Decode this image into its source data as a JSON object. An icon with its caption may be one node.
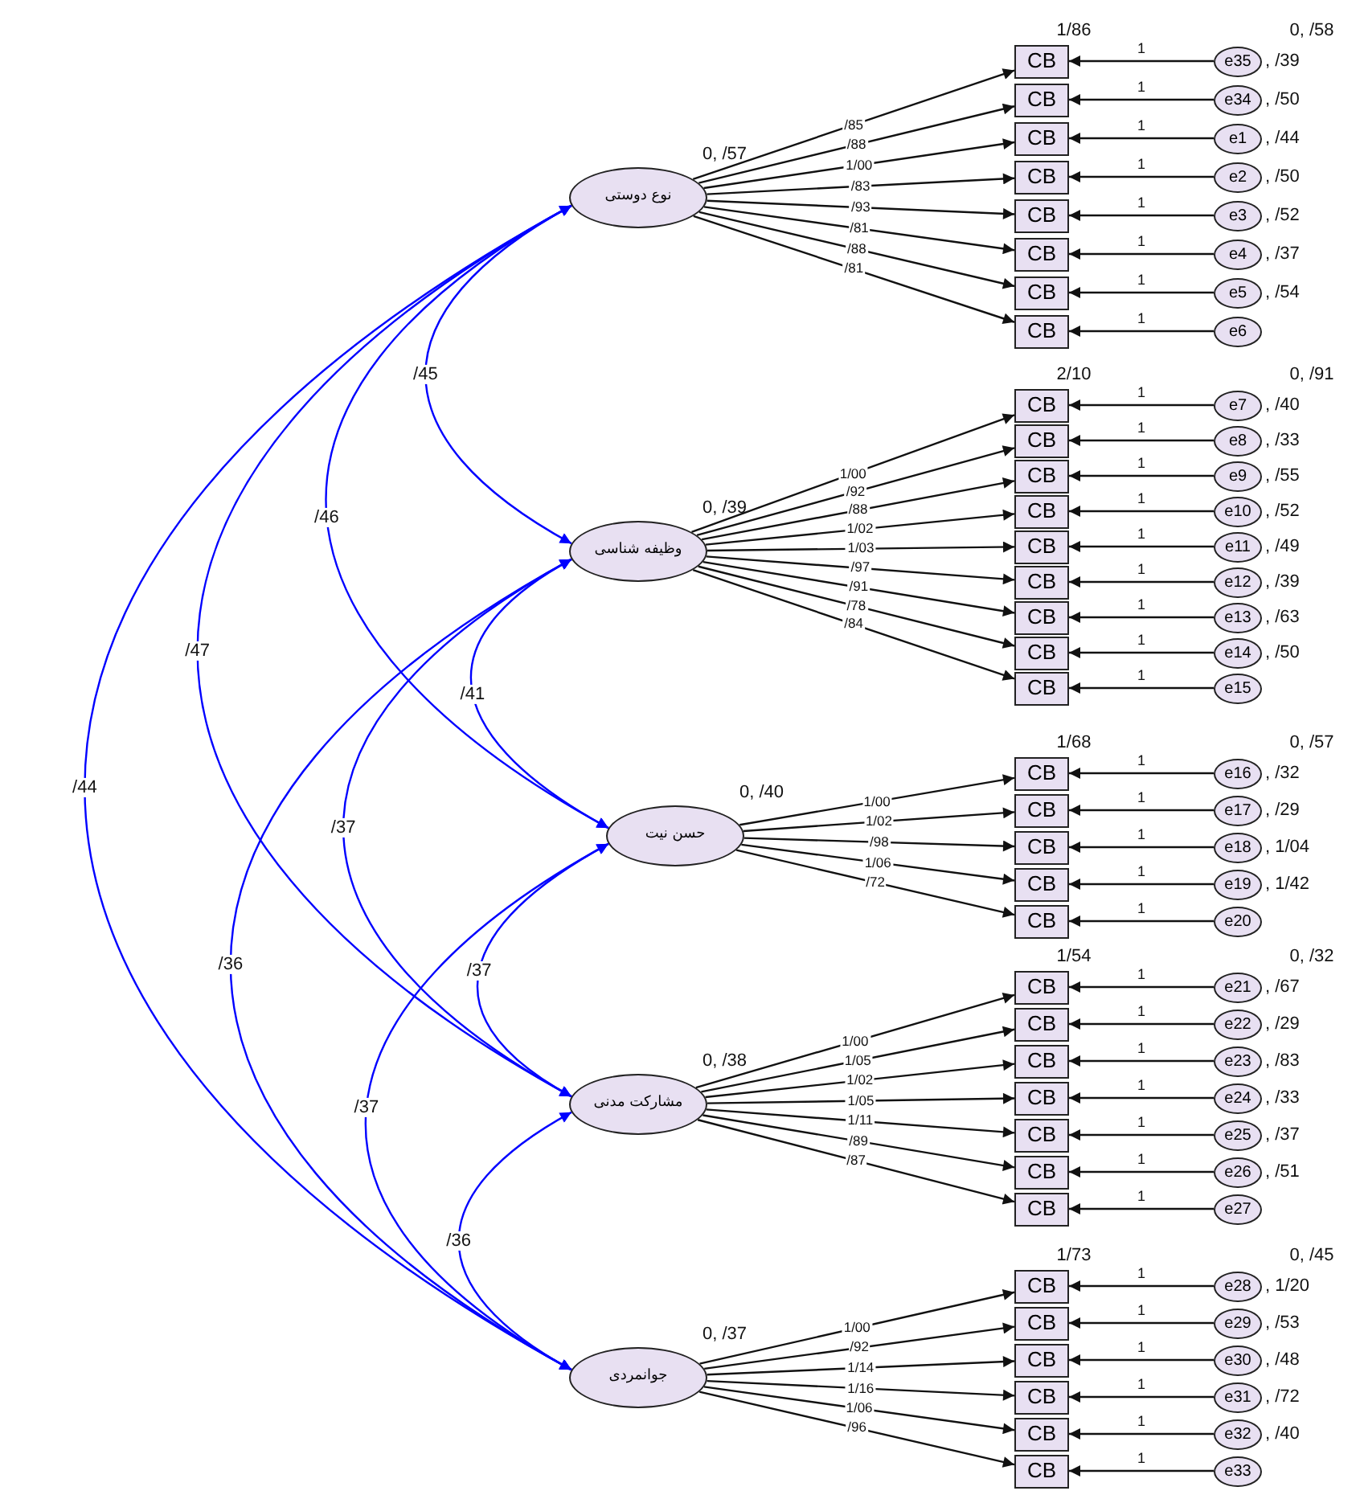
{
  "diagram": {
    "nodes": [
      {
        "text": [
          "نوع دوستی"
        ],
        "beside": [
          "0, /57"
        ]
      },
      {
        "text": [
          "CB"
        ]
      },
      {
        "text": [
          "CB"
        ]
      },
      {
        "text": [
          "CB"
        ]
      },
      {
        "text": [
          "CB"
        ]
      },
      {
        "text": [
          "CB"
        ]
      },
      {
        "text": [
          "CB"
        ]
      },
      {
        "text": [
          "CB"
        ]
      },
      {
        "text": [
          "CB"
        ]
      },
      {
        "text": [
          "e35"
        ],
        "beside": [
          ", /39"
        ]
      },
      {
        "text": [
          "e34"
        ],
        "beside": [
          ", /50"
        ]
      },
      {
        "text": [
          "e1"
        ],
        "beside": [
          ", /44"
        ]
      },
      {
        "text": [
          "e2"
        ],
        "beside": [
          ", /50"
        ]
      },
      {
        "text": [
          "e3"
        ],
        "beside": [
          ", /52"
        ]
      },
      {
        "text": [
          "e4"
        ],
        "beside": [
          ", /37"
        ]
      },
      {
        "text": [
          "e5"
        ],
        "beside": [
          ", /54"
        ]
      },
      {
        "text": [
          "e6"
        ]
      },
      {
        "text": [
          "وظیفه شناسی"
        ],
        "beside": [
          "0, /39"
        ]
      },
      {
        "text": [
          "CB"
        ]
      },
      {
        "text": [
          "CB"
        ]
      },
      {
        "text": [
          "CB"
        ]
      },
      {
        "text": [
          "CB"
        ]
      },
      {
        "text": [
          "CB"
        ]
      },
      {
        "text": [
          "CB"
        ]
      },
      {
        "text": [
          "CB"
        ]
      },
      {
        "text": [
          "CB"
        ]
      },
      {
        "text": [
          "CB"
        ]
      },
      {
        "text": [
          "e7"
        ],
        "beside": [
          ", /40"
        ]
      },
      {
        "text": [
          "e8"
        ],
        "beside": [
          ", /33"
        ]
      },
      {
        "text": [
          "e9"
        ],
        "beside": [
          ", /55"
        ]
      },
      {
        "text": [
          "e10"
        ],
        "beside": [
          ", /52"
        ]
      },
      {
        "text": [
          "e11"
        ],
        "beside": [
          ", /49"
        ]
      },
      {
        "text": [
          "e12"
        ],
        "beside": [
          ", /39"
        ]
      },
      {
        "text": [
          "e13"
        ],
        "beside": [
          ", /63"
        ]
      },
      {
        "text": [
          "e14"
        ],
        "beside": [
          ", /50"
        ]
      },
      {
        "text": [
          "e15"
        ]
      },
      {
        "text": [
          "حسن نیت"
        ],
        "beside": [
          "0, /40"
        ]
      },
      {
        "text": [
          "CB"
        ]
      },
      {
        "text": [
          "CB"
        ]
      },
      {
        "text": [
          "CB"
        ]
      },
      {
        "text": [
          "CB"
        ]
      },
      {
        "text": [
          "CB"
        ]
      },
      {
        "text": [
          "e16"
        ],
        "beside": [
          ", /32"
        ]
      },
      {
        "text": [
          "e17"
        ],
        "beside": [
          ", /29"
        ]
      },
      {
        "text": [
          "e18"
        ],
        "beside": [
          ", 1/04"
        ]
      },
      {
        "text": [
          "e19"
        ],
        "beside": [
          ", 1/42"
        ]
      },
      {
        "text": [
          "e20"
        ]
      },
      {
        "text": [
          "مشارکت مدنی"
        ],
        "beside": [
          "0, /38"
        ]
      },
      {
        "text": [
          "CB"
        ]
      },
      {
        "text": [
          "CB"
        ]
      },
      {
        "text": [
          "CB"
        ]
      },
      {
        "text": [
          "CB"
        ]
      },
      {
        "text": [
          "CB"
        ]
      },
      {
        "text": [
          "CB"
        ]
      },
      {
        "text": [
          "CB"
        ]
      },
      {
        "text": [
          "e21"
        ],
        "beside": [
          ", /67"
        ]
      },
      {
        "text": [
          "e22"
        ],
        "beside": [
          ", /29"
        ]
      },
      {
        "text": [
          "e23"
        ],
        "beside": [
          ", /83"
        ]
      },
      {
        "text": [
          "e24"
        ],
        "beside": [
          ", /33"
        ]
      },
      {
        "text": [
          "e25"
        ],
        "beside": [
          ", /37"
        ]
      },
      {
        "text": [
          "e26"
        ],
        "beside": [
          ", /51"
        ]
      },
      {
        "text": [
          "e27"
        ]
      },
      {
        "text": [
          "جوانمردی"
        ],
        "beside": [
          "0, /37"
        ]
      },
      {
        "text": [
          "CB"
        ]
      },
      {
        "text": [
          "CB"
        ]
      },
      {
        "text": [
          "CB"
        ]
      },
      {
        "text": [
          "CB"
        ]
      },
      {
        "text": [
          "CB"
        ]
      },
      {
        "text": [
          "CB"
        ]
      },
      {
        "text": [
          "e28"
        ],
        "beside": [
          ", 1/20"
        ]
      },
      {
        "text": [
          "e29"
        ],
        "beside": [
          ", /53"
        ]
      },
      {
        "text": [
          "e30"
        ],
        "beside": [
          ", /48"
        ]
      },
      {
        "text": [
          "e31"
        ],
        "beside": [
          ", /72"
        ]
      },
      {
        "text": [
          "e32"
        ],
        "beside": [
          ", /40"
        ]
      },
      {
        "text": [
          "e33"
        ]
      }
    ],
    "edges": [
      {
        "from": 0,
        "to": 1,
        "arrow": "to",
        "label": "/85"
      },
      {
        "from": 0,
        "to": 2,
        "arrow": "to",
        "label": "/88"
      },
      {
        "from": 0,
        "to": 3,
        "arrow": "to",
        "label": "1/00"
      },
      {
        "from": 0,
        "to": 4,
        "arrow": "to",
        "label": "/83"
      },
      {
        "from": 0,
        "to": 5,
        "arrow": "to",
        "label": "/93"
      },
      {
        "from": 0,
        "to": 6,
        "arrow": "to",
        "label": "/81"
      },
      {
        "from": 0,
        "to": 7,
        "arrow": "to",
        "label": "/88"
      },
      {
        "from": 0,
        "to": 8,
        "arrow": "to",
        "label": "/81"
      },
      {
        "from": 9,
        "to": 1,
        "arrow": "to",
        "label": "1"
      },
      {
        "from": 10,
        "to": 2,
        "arrow": "to",
        "label": "1"
      },
      {
        "from": 11,
        "to": 3,
        "arrow": "to",
        "label": "1"
      },
      {
        "from": 12,
        "to": 4,
        "arrow": "to",
        "label": "1"
      },
      {
        "from": 13,
        "to": 5,
        "arrow": "to",
        "label": "1"
      },
      {
        "from": 14,
        "to": 6,
        "arrow": "to",
        "label": "1"
      },
      {
        "from": 15,
        "to": 7,
        "arrow": "to",
        "label": "1"
      },
      {
        "from": 16,
        "to": 8,
        "arrow": "to",
        "label": "1"
      },
      {
        "from": 17,
        "to": 18,
        "arrow": "to",
        "label": "1/00"
      },
      {
        "from": 17,
        "to": 19,
        "arrow": "to",
        "label": "/92"
      },
      {
        "from": 17,
        "to": 20,
        "arrow": "to",
        "label": "/88"
      },
      {
        "from": 17,
        "to": 21,
        "arrow": "to",
        "label": "1/02"
      },
      {
        "from": 17,
        "to": 22,
        "arrow": "to",
        "label": "1/03"
      },
      {
        "from": 17,
        "to": 23,
        "arrow": "to",
        "label": "/97"
      },
      {
        "from": 17,
        "to": 24,
        "arrow": "to",
        "label": "/91"
      },
      {
        "from": 17,
        "to": 25,
        "arrow": "to",
        "label": "/78"
      },
      {
        "from": 17,
        "to": 26,
        "arrow": "to",
        "label": "/84"
      },
      {
        "from": 27,
        "to": 18,
        "arrow": "to",
        "label": "1"
      },
      {
        "from": 28,
        "to": 19,
        "arrow": "to",
        "label": "1"
      },
      {
        "from": 29,
        "to": 20,
        "arrow": "to",
        "label": "1"
      },
      {
        "from": 30,
        "to": 21,
        "arrow": "to",
        "label": "1"
      },
      {
        "from": 31,
        "to": 22,
        "arrow": "to",
        "label": "1"
      },
      {
        "from": 32,
        "to": 23,
        "arrow": "to",
        "label": "1"
      },
      {
        "from": 33,
        "to": 24,
        "arrow": "to",
        "label": "1"
      },
      {
        "from": 34,
        "to": 25,
        "arrow": "to",
        "label": "1"
      },
      {
        "from": 35,
        "to": 26,
        "arrow": "to",
        "label": "1"
      },
      {
        "from": 36,
        "to": 37,
        "arrow": "to",
        "label": "1/00"
      },
      {
        "from": 36,
        "to": 38,
        "arrow": "to",
        "label": "1/02"
      },
      {
        "from": 36,
        "to": 39,
        "arrow": "to",
        "label": "/98"
      },
      {
        "from": 36,
        "to": 40,
        "arrow": "to",
        "label": "1/06"
      },
      {
        "from": 36,
        "to": 41,
        "arrow": "to",
        "label": "/72"
      },
      {
        "from": 42,
        "to": 37,
        "arrow": "to",
        "label": "1"
      },
      {
        "from": 43,
        "to": 38,
        "arrow": "to",
        "label": "1"
      },
      {
        "from": 44,
        "to": 39,
        "arrow": "to",
        "label": "1"
      },
      {
        "from": 45,
        "to": 40,
        "arrow": "to",
        "label": "1"
      },
      {
        "from": 46,
        "to": 41,
        "arrow": "to",
        "label": "1"
      },
      {
        "from": 47,
        "to": 48,
        "arrow": "to",
        "label": "1/00"
      },
      {
        "from": 47,
        "to": 49,
        "arrow": "to",
        "label": "1/05"
      },
      {
        "from": 47,
        "to": 50,
        "arrow": "to",
        "label": "1/02"
      },
      {
        "from": 47,
        "to": 51,
        "arrow": "to",
        "label": "1/05"
      },
      {
        "from": 47,
        "to": 52,
        "arrow": "to",
        "label": "1/11"
      },
      {
        "from": 47,
        "to": 53,
        "arrow": "to",
        "label": "/89"
      },
      {
        "from": 47,
        "to": 54,
        "arrow": "to",
        "label": "/87"
      },
      {
        "from": 55,
        "to": 48,
        "arrow": "to",
        "label": "1"
      },
      {
        "from": 56,
        "to": 49,
        "arrow": "to",
        "label": "1"
      },
      {
        "from": 57,
        "to": 50,
        "arrow": "to",
        "label": "1"
      },
      {
        "from": 58,
        "to": 51,
        "arrow": "to",
        "label": "1"
      },
      {
        "from": 59,
        "to": 52,
        "arrow": "to",
        "label": "1"
      },
      {
        "from": 60,
        "to": 53,
        "arrow": "to",
        "label": "1"
      },
      {
        "from": 61,
        "to": 54,
        "arrow": "to",
        "label": "1"
      },
      {
        "from": 62,
        "to": 63,
        "arrow": "to",
        "label": "1/00"
      },
      {
        "from": 62,
        "to": 64,
        "arrow": "to",
        "label": "/92"
      },
      {
        "from": 62,
        "to": 65,
        "arrow": "to",
        "label": "1/14"
      },
      {
        "from": 62,
        "to": 66,
        "arrow": "to",
        "label": "1/16"
      },
      {
        "from": 62,
        "to": 67,
        "arrow": "to",
        "label": "1/06"
      },
      {
        "from": 62,
        "to": 68,
        "arrow": "to",
        "label": "/96"
      },
      {
        "from": 69,
        "to": 63,
        "arrow": "to",
        "label": "1"
      },
      {
        "from": 70,
        "to": 64,
        "arrow": "to",
        "label": "1"
      },
      {
        "from": 71,
        "to": 65,
        "arrow": "to",
        "label": "1"
      },
      {
        "from": 72,
        "to": 66,
        "arrow": "to",
        "label": "1"
      },
      {
        "from": 73,
        "to": 67,
        "arrow": "to",
        "label": "1"
      },
      {
        "from": 74,
        "to": 68,
        "arrow": "to",
        "label": "1"
      },
      {
        "from": 0,
        "to": 17,
        "arrow": "both",
        "label": "/45",
        "color": "#0000ff"
      },
      {
        "from": 0,
        "to": 36,
        "arrow": "both",
        "label": "/46",
        "color": "#0000ff"
      },
      {
        "from": 0,
        "to": 47,
        "arrow": "both",
        "label": "/47",
        "color": "#0000ff"
      },
      {
        "from": 0,
        "to": 62,
        "arrow": "both",
        "label": "/44",
        "color": "#0000ff"
      },
      {
        "from": 17,
        "to": 36,
        "arrow": "both",
        "label": "/41",
        "color": "#0000ff"
      },
      {
        "from": 17,
        "to": 47,
        "arrow": "both",
        "label": "/37",
        "color": "#0000ff"
      },
      {
        "from": 17,
        "to": 62,
        "arrow": "both",
        "label": "/36",
        "color": "#0000ff"
      },
      {
        "from": 36,
        "to": 47,
        "arrow": "both",
        "label": "/37",
        "color": "#0000ff"
      },
      {
        "from": 36,
        "to": 62,
        "arrow": "both",
        "label": "/37",
        "color": "#0000ff"
      },
      {
        "from": 47,
        "to": 62,
        "arrow": "both",
        "label": "/36",
        "color": "#0000ff"
      }
    ],
    "labels": [
      "1/86",
      "0, /58",
      "2/10",
      "0, /91",
      "1/68",
      "0, /57",
      "1/54",
      "0, /32",
      "1/73",
      "0, /45"
    ]
  }
}
